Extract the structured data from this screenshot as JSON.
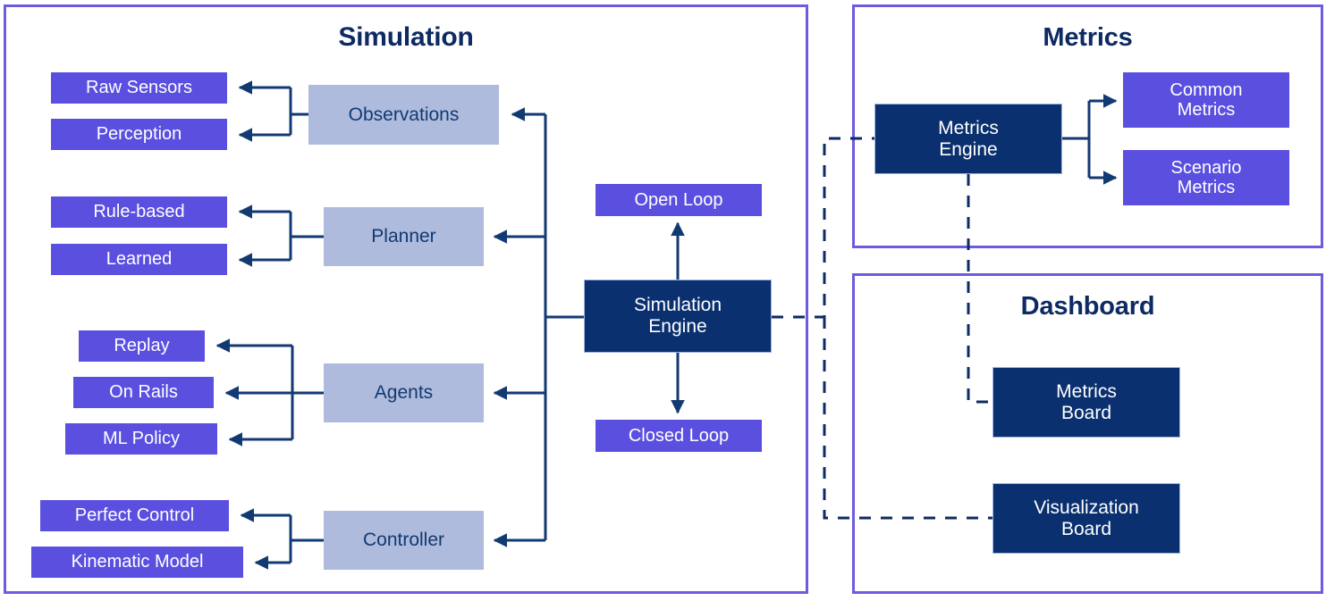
{
  "diagram": {
    "title_simulation": "Simulation",
    "title_metrics": "Metrics",
    "title_dashboard": "Dashboard",
    "colors": {
      "panel_border": "#6c5ce0",
      "purple_node": "#5b4fe0",
      "grey_node": "#aebbdd",
      "navy_node": "#0b3070",
      "wire": "#123a72",
      "dashed_wire": "#0d2a63",
      "title_text": "#0d2a63"
    }
  },
  "simulation": {
    "panel_label": "Simulation",
    "core": {
      "engine": "Simulation\nEngine",
      "open_loop": "Open Loop",
      "closed_loop": "Closed Loop"
    },
    "stages": [
      {
        "name": "Observations",
        "label": "Observations",
        "children": [
          {
            "label": "Raw Sensors"
          },
          {
            "label": "Perception"
          }
        ]
      },
      {
        "name": "Planner",
        "label": "Planner",
        "children": [
          {
            "label": "Rule-based"
          },
          {
            "label": "Learned"
          }
        ]
      },
      {
        "name": "Agents",
        "label": "Agents",
        "children": [
          {
            "label": "Replay"
          },
          {
            "label": "On Rails"
          },
          {
            "label": "ML Policy"
          }
        ]
      },
      {
        "name": "Controller",
        "label": "Controller",
        "children": [
          {
            "label": "Perfect Control"
          },
          {
            "label": "Kinematic Model"
          }
        ]
      }
    ]
  },
  "metrics": {
    "panel_label": "Metrics",
    "engine": "Metrics\nEngine",
    "outputs": [
      {
        "label": "Common\nMetrics"
      },
      {
        "label": "Scenario\nMetrics"
      }
    ]
  },
  "dashboard": {
    "panel_label": "Dashboard",
    "boards": [
      {
        "label": "Metrics\nBoard"
      },
      {
        "label": "Visualization\nBoard"
      }
    ]
  }
}
